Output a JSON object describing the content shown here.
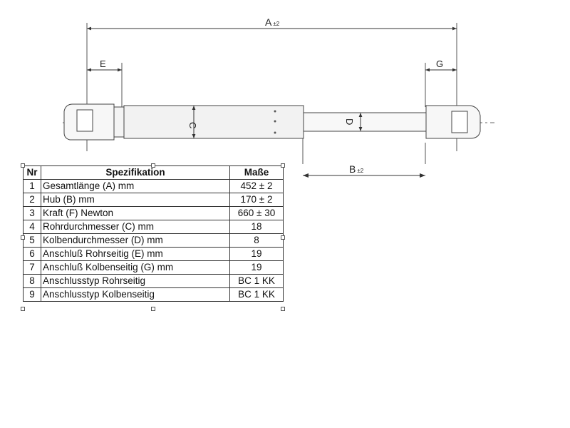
{
  "diagram": {
    "dim_a": "A",
    "dim_a_tol": "±2",
    "dim_b": "B",
    "dim_b_tol": "±2",
    "dim_c": "C",
    "dim_d": "D",
    "dim_e": "E",
    "dim_g": "G"
  },
  "table": {
    "headers": {
      "nr": "Nr",
      "spec": "Spezifikation",
      "value": "Maße"
    },
    "rows": [
      {
        "nr": "1",
        "spec": "Gesamtlänge (A) mm",
        "value": "452 ± 2"
      },
      {
        "nr": "2",
        "spec": "Hub (B)  mm",
        "value": "170 ± 2"
      },
      {
        "nr": "3",
        "spec": "Kraft (F) Newton",
        "value": "660 ± 30"
      },
      {
        "nr": "4",
        "spec": "Rohrdurchmesser (C) mm",
        "value": "18"
      },
      {
        "nr": "5",
        "spec": "Kolbendurchmesser (D) mm",
        "value": "8"
      },
      {
        "nr": "6",
        "spec": "Anschluß Rohrseitig (E) mm",
        "value": "19"
      },
      {
        "nr": "7",
        "spec": "Anschluß Kolbenseitig (G) mm",
        "value": "19"
      },
      {
        "nr": "8",
        "spec": "Anschlusstyp Rohrseitig",
        "value": "BC 1 KK"
      },
      {
        "nr": "9",
        "spec": "Anschlusstyp Kolbenseitig",
        "value": "BC 1 KK"
      }
    ]
  }
}
